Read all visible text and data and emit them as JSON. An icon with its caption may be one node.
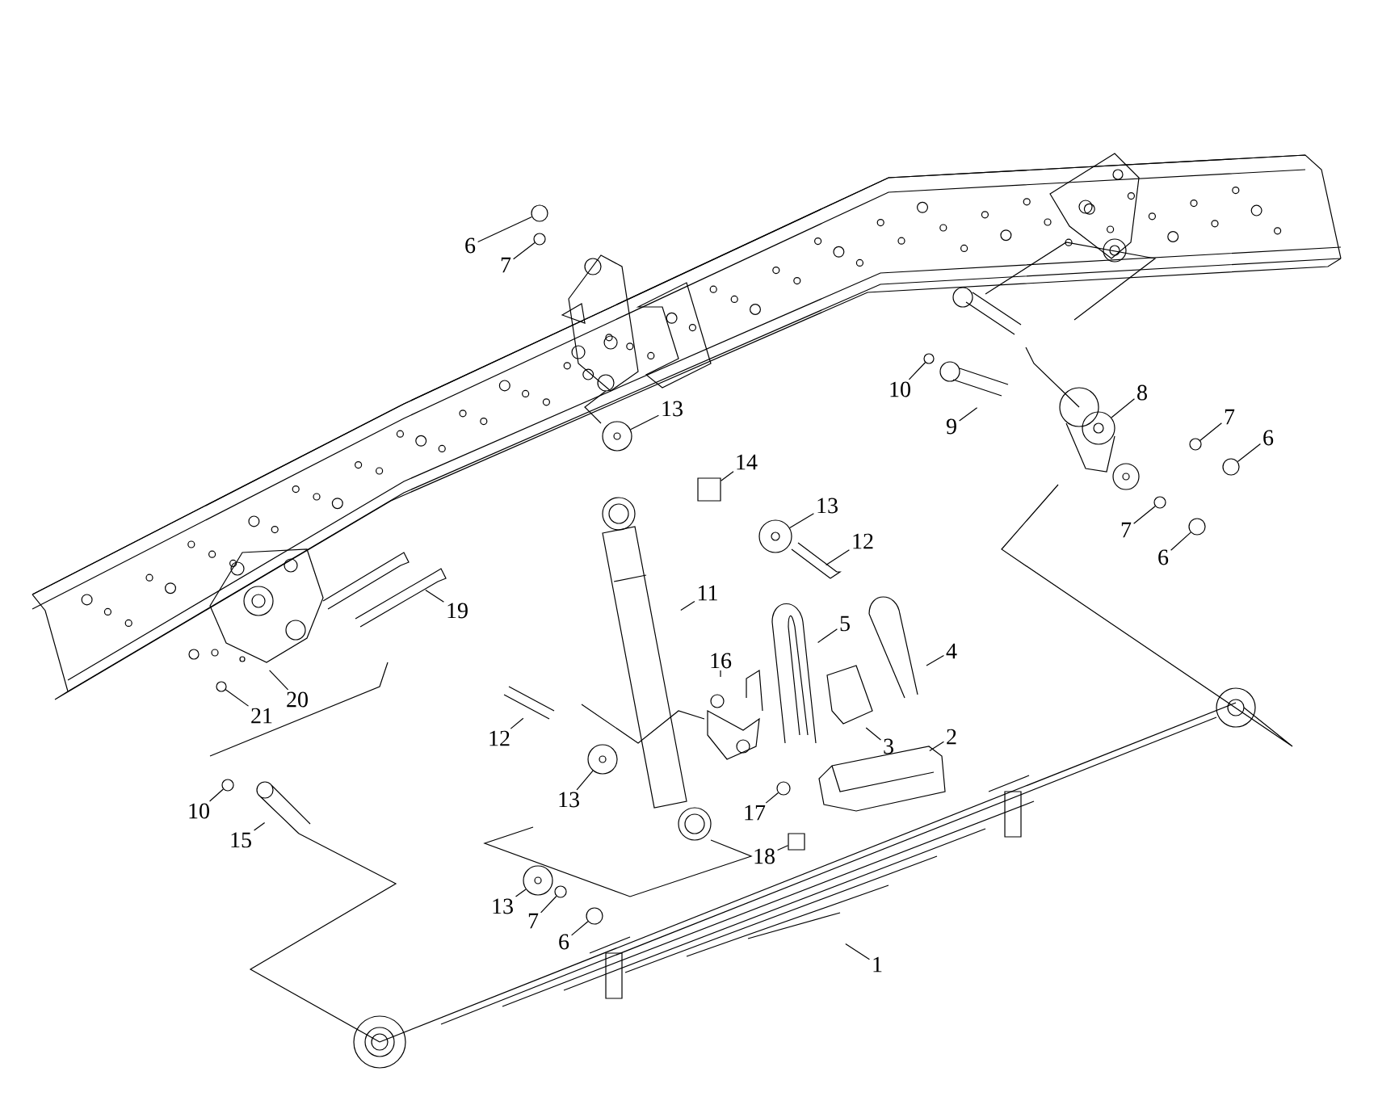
{
  "diagram": {
    "nodes": [
      {
        "text": [
          "6"
        ]
      },
      {
        "text": [
          "7"
        ]
      },
      {
        "text": [
          "13"
        ]
      },
      {
        "text": [
          "10"
        ]
      },
      {
        "text": [
          "8"
        ]
      },
      {
        "text": [
          "9"
        ]
      },
      {
        "text": [
          "7"
        ]
      },
      {
        "text": [
          "6"
        ]
      },
      {
        "text": [
          "14"
        ]
      },
      {
        "text": [
          "13"
        ]
      },
      {
        "text": [
          "12"
        ]
      },
      {
        "text": [
          "7"
        ]
      },
      {
        "text": [
          "6"
        ]
      },
      {
        "text": [
          "11"
        ]
      },
      {
        "text": [
          "19"
        ]
      },
      {
        "text": [
          "5"
        ]
      },
      {
        "text": [
          "4"
        ]
      },
      {
        "text": [
          "16"
        ]
      },
      {
        "text": [
          "20"
        ]
      },
      {
        "text": [
          "21"
        ]
      },
      {
        "text": [
          "12"
        ]
      },
      {
        "text": [
          "2"
        ]
      },
      {
        "text": [
          "3"
        ]
      },
      {
        "text": [
          "13"
        ]
      },
      {
        "text": [
          "10"
        ]
      },
      {
        "text": [
          "17"
        ]
      },
      {
        "text": [
          "15"
        ]
      },
      {
        "text": [
          "18"
        ]
      },
      {
        "text": [
          "13"
        ]
      },
      {
        "text": [
          "7"
        ]
      },
      {
        "text": [
          "6"
        ]
      },
      {
        "text": [
          "1"
        ]
      },
      {
        "text": [],
        "shape": "circle"
      },
      {
        "text": [],
        "shape": "circle"
      },
      {
        "text": [],
        "shape": "circle"
      },
      {
        "text": [],
        "shape": "circle"
      },
      {
        "text": [],
        "shape": "circle"
      },
      {
        "text": [],
        "shape": "circle"
      },
      {
        "text": [],
        "shape": "circle"
      },
      {
        "text": [],
        "shape": "box"
      },
      {
        "text": [],
        "shape": "circle"
      },
      {
        "text": [],
        "shape": "circle"
      },
      {
        "text": [],
        "shape": "circle"
      },
      {
        "text": [],
        "shape": "circle"
      },
      {
        "text": [],
        "shape": "circle"
      },
      {
        "text": [],
        "shape": "circle"
      },
      {
        "text": [],
        "shape": "circle"
      },
      {
        "text": [],
        "shape": "box"
      },
      {
        "text": [],
        "shape": "circle"
      },
      {
        "text": [],
        "shape": "circle"
      },
      {
        "text": [],
        "shape": "circle"
      }
    ],
    "edges": [
      {
        "from": 0,
        "to": 32,
        "arrow": "none"
      },
      {
        "from": 1,
        "to": 33,
        "arrow": "none"
      },
      {
        "from": 2,
        "to": 34,
        "arrow": "none"
      },
      {
        "from": 3,
        "to": 35,
        "arrow": "none"
      },
      {
        "from": 4,
        "to": 36,
        "arrow": "none"
      },
      {
        "from": 5,
        "to": null,
        "arrow": "none"
      },
      {
        "from": 6,
        "to": 37,
        "arrow": "none"
      },
      {
        "from": 7,
        "to": 38,
        "arrow": "none"
      },
      {
        "from": 8,
        "to": 39,
        "arrow": "none"
      },
      {
        "from": 9,
        "to": 40,
        "arrow": "none"
      },
      {
        "from": 10,
        "to": null,
        "arrow": "none"
      },
      {
        "from": 11,
        "to": 41,
        "arrow": "none"
      },
      {
        "from": 12,
        "to": 42,
        "arrow": "none"
      },
      {
        "from": 13,
        "to": null,
        "arrow": "none"
      },
      {
        "from": 14,
        "to": null,
        "arrow": "none"
      },
      {
        "from": 15,
        "to": null,
        "arrow": "none"
      },
      {
        "from": 16,
        "to": null,
        "arrow": "none"
      },
      {
        "from": 17,
        "to": null,
        "arrow": "none"
      },
      {
        "from": 18,
        "to": null,
        "arrow": "none"
      },
      {
        "from": 19,
        "to": 43,
        "arrow": "none"
      },
      {
        "from": 20,
        "to": null,
        "arrow": "none"
      },
      {
        "from": 21,
        "to": null,
        "arrow": "none"
      },
      {
        "from": 22,
        "to": null,
        "arrow": "none"
      },
      {
        "from": 23,
        "to": 44,
        "arrow": "none"
      },
      {
        "from": 24,
        "to": 45,
        "arrow": "none"
      },
      {
        "from": 25,
        "to": 46,
        "arrow": "none"
      },
      {
        "from": 26,
        "to": null,
        "arrow": "none"
      },
      {
        "from": 27,
        "to": 47,
        "arrow": "none"
      },
      {
        "from": 28,
        "to": 48,
        "arrow": "none"
      },
      {
        "from": 29,
        "to": 49,
        "arrow": "none"
      },
      {
        "from": 30,
        "to": 50,
        "arrow": "none"
      },
      {
        "from": 31,
        "to": null,
        "arrow": "none"
      }
    ]
  }
}
